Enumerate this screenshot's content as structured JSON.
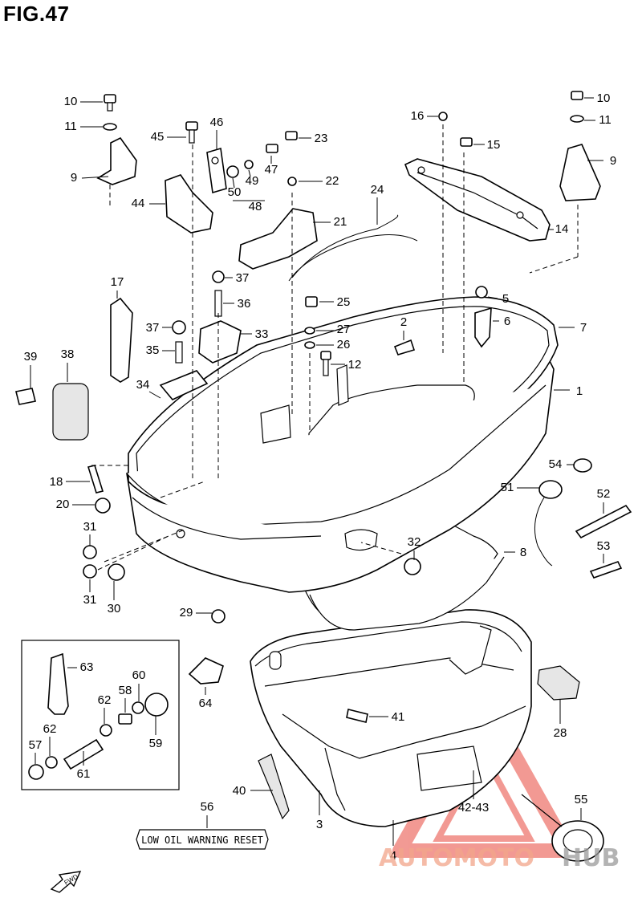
{
  "figure": {
    "title": "FIG.47"
  },
  "label_box": {
    "text": "LOW OIL WARNING RESET"
  },
  "fwd_arrow": {
    "text": "FWD"
  },
  "watermark": {
    "text_a": "AUTOMOTO",
    "text_b": "HUB",
    "color_a": "#f2a58a",
    "color_b": "#9a9a9a",
    "triangle_color": "#e8473c"
  },
  "callouts": [
    {
      "id": "c10a",
      "label": "10"
    },
    {
      "id": "c11a",
      "label": "11"
    },
    {
      "id": "c9a",
      "label": "9"
    },
    {
      "id": "c45",
      "label": "45"
    },
    {
      "id": "c46",
      "label": "46"
    },
    {
      "id": "c44",
      "label": "44"
    },
    {
      "id": "c23",
      "label": "23"
    },
    {
      "id": "c47",
      "label": "47"
    },
    {
      "id": "c49",
      "label": "49"
    },
    {
      "id": "c50",
      "label": "50"
    },
    {
      "id": "c48",
      "label": "48"
    },
    {
      "id": "c22",
      "label": "22"
    },
    {
      "id": "c24",
      "label": "24"
    },
    {
      "id": "c21",
      "label": "21"
    },
    {
      "id": "c16",
      "label": "16"
    },
    {
      "id": "c15",
      "label": "15"
    },
    {
      "id": "c10b",
      "label": "10"
    },
    {
      "id": "c11b",
      "label": "11"
    },
    {
      "id": "c9b",
      "label": "9"
    },
    {
      "id": "c14",
      "label": "14"
    },
    {
      "id": "c17",
      "label": "17"
    },
    {
      "id": "c37a",
      "label": "37"
    },
    {
      "id": "c36",
      "label": "36"
    },
    {
      "id": "c25",
      "label": "25"
    },
    {
      "id": "c5",
      "label": "5"
    },
    {
      "id": "c6",
      "label": "6"
    },
    {
      "id": "c7",
      "label": "7"
    },
    {
      "id": "c37b",
      "label": "37"
    },
    {
      "id": "c33",
      "label": "33"
    },
    {
      "id": "c27",
      "label": "27"
    },
    {
      "id": "c26",
      "label": "26"
    },
    {
      "id": "c2",
      "label": "2"
    },
    {
      "id": "c35",
      "label": "35"
    },
    {
      "id": "c12",
      "label": "12"
    },
    {
      "id": "c39",
      "label": "39"
    },
    {
      "id": "c38",
      "label": "38"
    },
    {
      "id": "c34",
      "label": "34"
    },
    {
      "id": "c1",
      "label": "1"
    },
    {
      "id": "c54",
      "label": "54"
    },
    {
      "id": "c18",
      "label": "18"
    },
    {
      "id": "c51",
      "label": "51"
    },
    {
      "id": "c52",
      "label": "52"
    },
    {
      "id": "c20",
      "label": "20"
    },
    {
      "id": "c31a",
      "label": "31"
    },
    {
      "id": "c32",
      "label": "32"
    },
    {
      "id": "c8",
      "label": "8"
    },
    {
      "id": "c53",
      "label": "53"
    },
    {
      "id": "c31b",
      "label": "31"
    },
    {
      "id": "c30",
      "label": "30"
    },
    {
      "id": "c29",
      "label": "29"
    },
    {
      "id": "c63",
      "label": "63"
    },
    {
      "id": "c60",
      "label": "60"
    },
    {
      "id": "c58",
      "label": "58"
    },
    {
      "id": "c62a",
      "label": "62"
    },
    {
      "id": "c64",
      "label": "64"
    },
    {
      "id": "c62b",
      "label": "62"
    },
    {
      "id": "c59",
      "label": "59"
    },
    {
      "id": "c57",
      "label": "57"
    },
    {
      "id": "c61",
      "label": "61"
    },
    {
      "id": "c41",
      "label": "41"
    },
    {
      "id": "c28",
      "label": "28"
    },
    {
      "id": "c40",
      "label": "40"
    },
    {
      "id": "c56",
      "label": "56"
    },
    {
      "id": "c3",
      "label": "3"
    },
    {
      "id": "c4243",
      "label": "42-43"
    },
    {
      "id": "c55",
      "label": "55"
    },
    {
      "id": "c4",
      "label": "4"
    }
  ]
}
